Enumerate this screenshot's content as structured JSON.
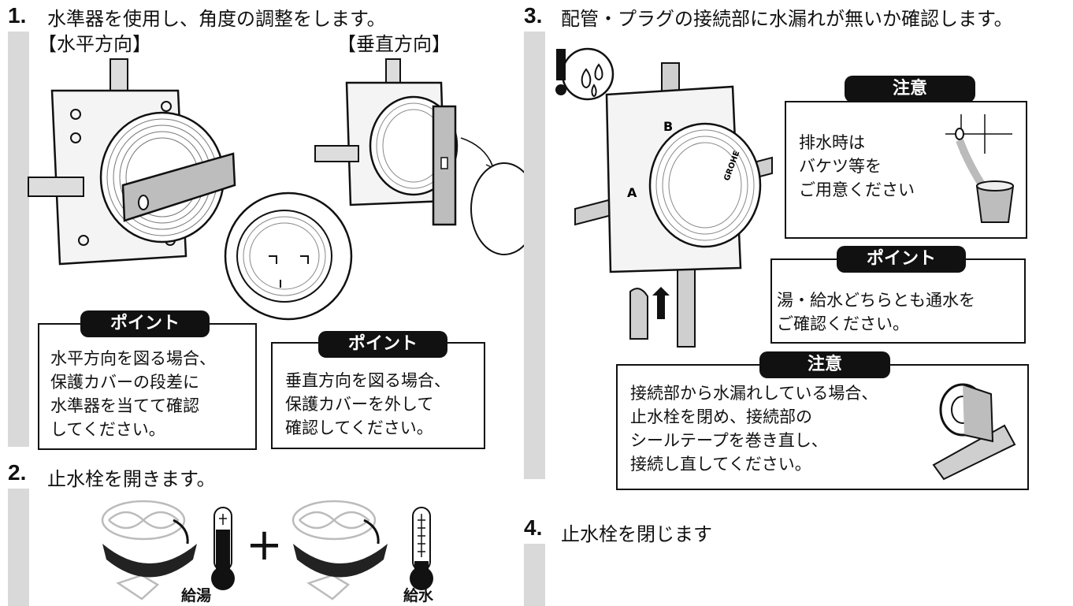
{
  "step1": {
    "number": "1.",
    "title": "水準器を使用し、角度の調整をします。",
    "label_horizontal": "【水平方向】",
    "label_vertical": "【垂直方向】",
    "point_badge": "ポイント",
    "point_left_lines": [
      "水平方向を図る場合、",
      "保護カバーの段差に",
      "水準器を当てて確認",
      "してください。"
    ],
    "point_right_lines": [
      "垂直方向を図る場合、",
      "保護カバーを外して",
      "確認してください。"
    ]
  },
  "step2": {
    "number": "2.",
    "title": "止水栓を開きます。",
    "hot_label": "給湯",
    "cold_label": "給水",
    "plus": "+"
  },
  "step3": {
    "number": "3.",
    "title": "配管・プラグの接続部に水漏れが無いか確認します。",
    "caution_badge": "注意",
    "caution1_lines": [
      "排水時は",
      "バケツ等を",
      "ご用意ください"
    ],
    "point_badge": "ポイント",
    "point_lines": [
      "湯・給水どちらとも通水を",
      "ご確認ください。"
    ],
    "caution2_lines": [
      "接続部から水漏れしている場合、",
      "止水栓を閉め、接続部の",
      "シールテープを巻き直し、",
      "接続し直してください。"
    ],
    "brand": "GROHE",
    "valve_letters": [
      "A",
      "B"
    ]
  },
  "step4": {
    "number": "4.",
    "title": "止水栓を閉じます"
  },
  "icons": [
    "water-drop-warning-icon",
    "bucket-icon",
    "seal-tape-icon",
    "thermometer-icon",
    "valve-handle-icon",
    "spirit-level-icon"
  ]
}
